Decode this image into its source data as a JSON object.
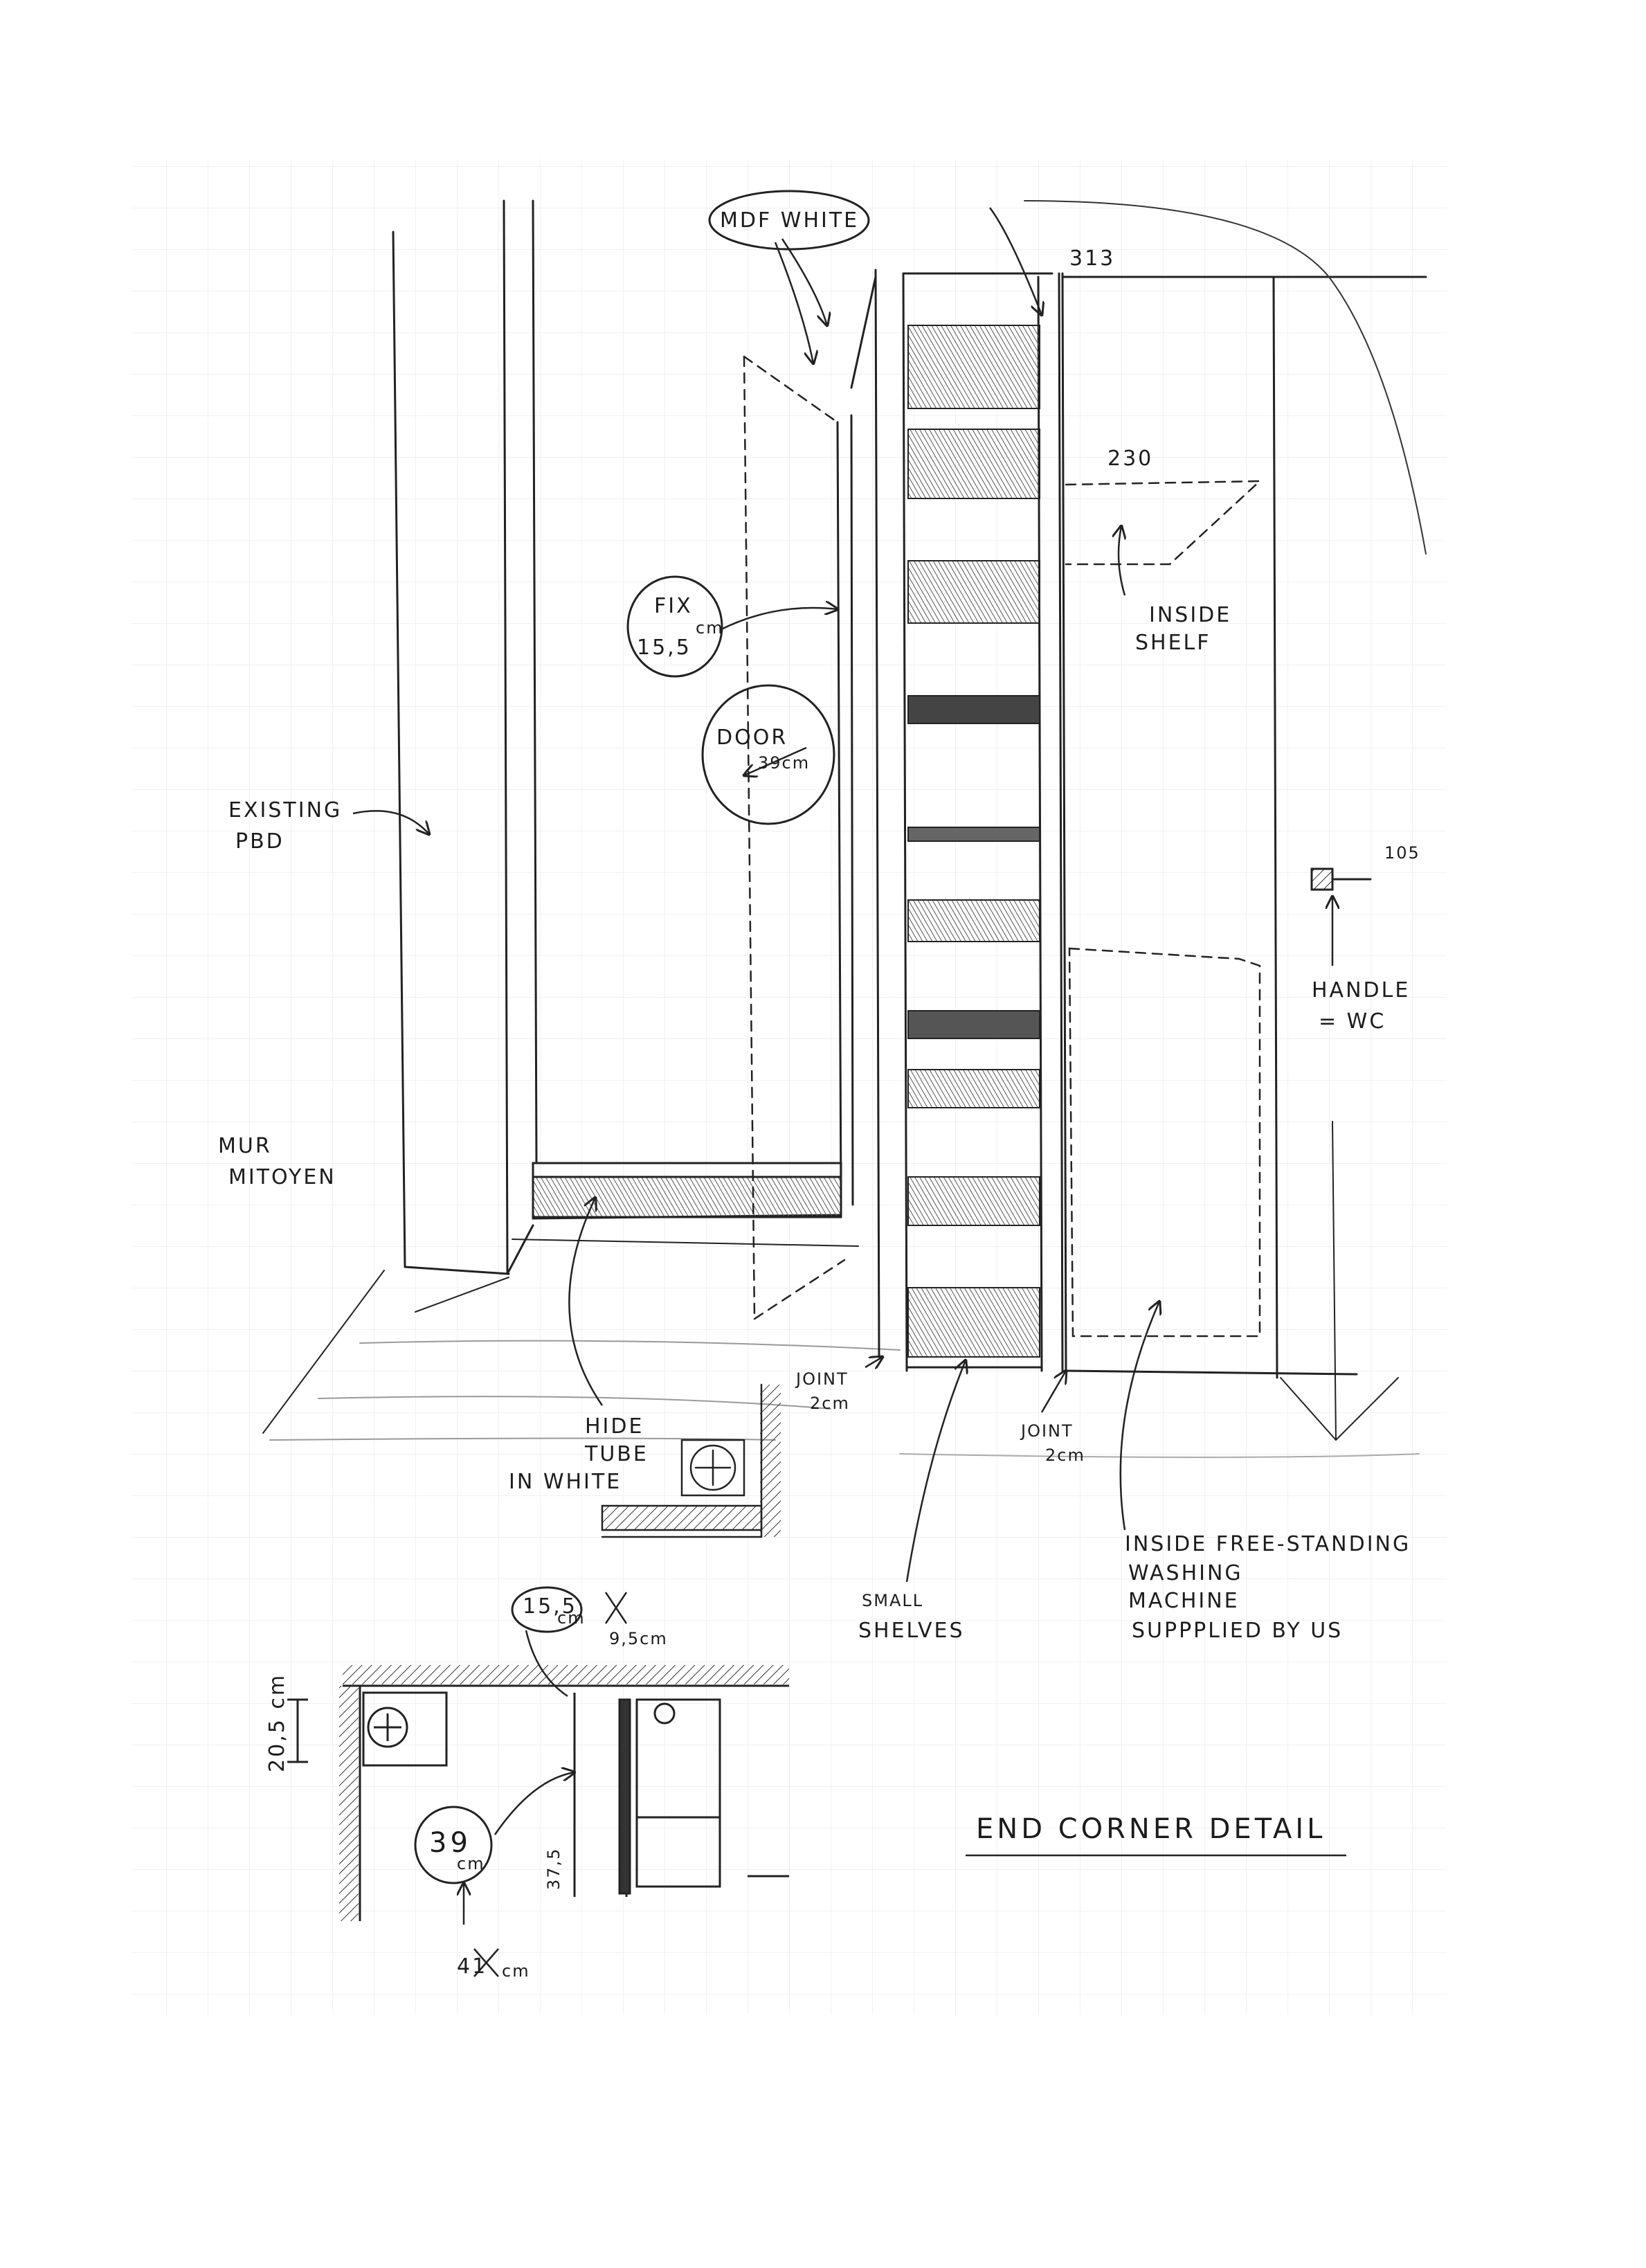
{
  "labels": {
    "mdf_white": "MDF WHITE",
    "dim_313": "313",
    "dim_230": "230",
    "dim_105": "105",
    "inside_shelf_1": "INSIDE",
    "inside_shelf_2": "SHELF",
    "fix_word": "FIX",
    "fix_value": "15,5",
    "fix_unit": "cm",
    "door_word": "DOOR",
    "door_value": "39cm",
    "existing_pbd_1": "EXISTING",
    "existing_pbd_2": "PBD",
    "mur_1": "MUR",
    "mur_2": "MITOYEN",
    "handle_1": "HANDLE",
    "handle_2": "= WC",
    "joint_left_1": "JOINT",
    "joint_left_2": "2cm",
    "joint_right_1": "JOINT",
    "joint_right_2": "2cm",
    "hide_tube_1": "HIDE",
    "hide_tube_2": "TUBE",
    "hide_tube_3": "IN  WHITE",
    "small_shelves_1": "SMALL",
    "small_shelves_2": "SHELVES",
    "washing_1": "INSIDE FREE-STANDING",
    "washing_2": "WASHING",
    "washing_3": "MACHINE",
    "washing_4": "SUPPPLIED BY US",
    "end_corner_detail": "END CORNER DETAIL",
    "plan_dim_1": "15,5",
    "plan_dim_1_unit": "cm",
    "plan_dim_2": "9,5cm",
    "plan_dim_3": "20,5 cm",
    "plan_dim_4": "39",
    "plan_dim_4_unit": "cm",
    "plan_dim_5": "37,5",
    "plan_dim_6": "41",
    "plan_dim_6_unit": "cm"
  }
}
